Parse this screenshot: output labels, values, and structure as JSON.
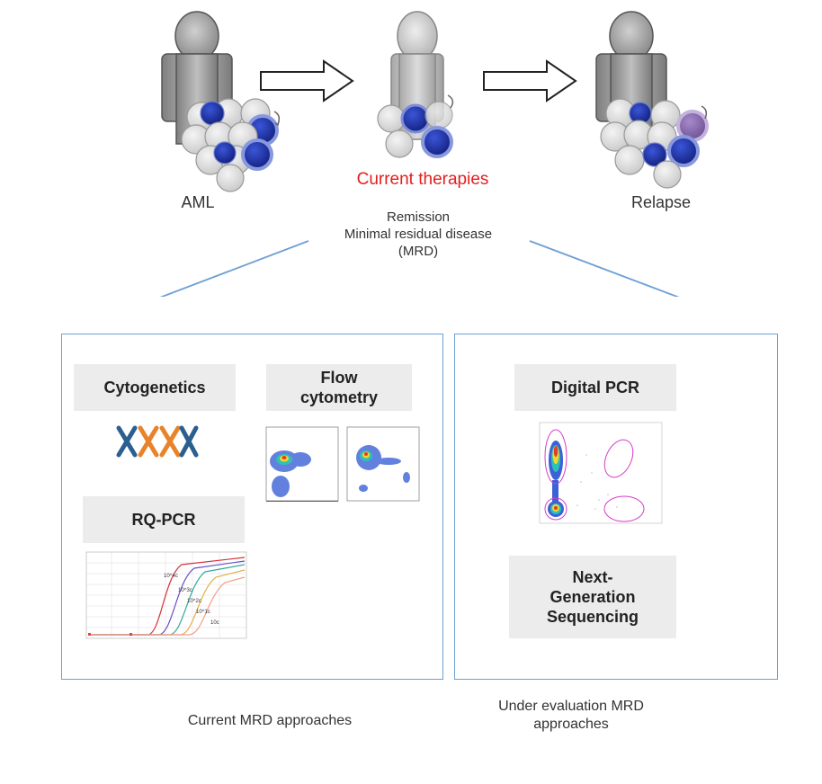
{
  "stages": [
    {
      "label": "AML"
    },
    {
      "label": "Relapse"
    }
  ],
  "therapy_label": "Current therapies",
  "remission": {
    "line1": "Remission",
    "line2": "Minimal residual disease",
    "line3": "(MRD)"
  },
  "current_panel": {
    "cytogenetics": "Cytogenetics",
    "flow_line1": "Flow",
    "flow_line2": "cytometry",
    "rqpcr": "RQ-PCR",
    "curve_labels": [
      "10^4c",
      "10^3c",
      "10^2c",
      "10^1c",
      "10c"
    ],
    "caption": "Current MRD approaches"
  },
  "eval_panel": {
    "digital_pcr": "Digital PCR",
    "ngs_line1": "Next-",
    "ngs_line2": "Generation",
    "ngs_line3": "Sequencing",
    "caption_line1": "Under evaluation MRD",
    "caption_line2": "approaches"
  },
  "colors": {
    "therapy_text": "#e0201e",
    "panel_border": "#6d9fd4",
    "label_box": "#ececec",
    "blast_cell": "#1a2fa8",
    "chromosome_blue": "#2b5f8f",
    "chromosome_orange": "#e8832a",
    "ellipse": "#d63cc8"
  },
  "icons": [
    "person-icon",
    "arrow-right-icon",
    "chromosome-icon",
    "cell-icon"
  ]
}
